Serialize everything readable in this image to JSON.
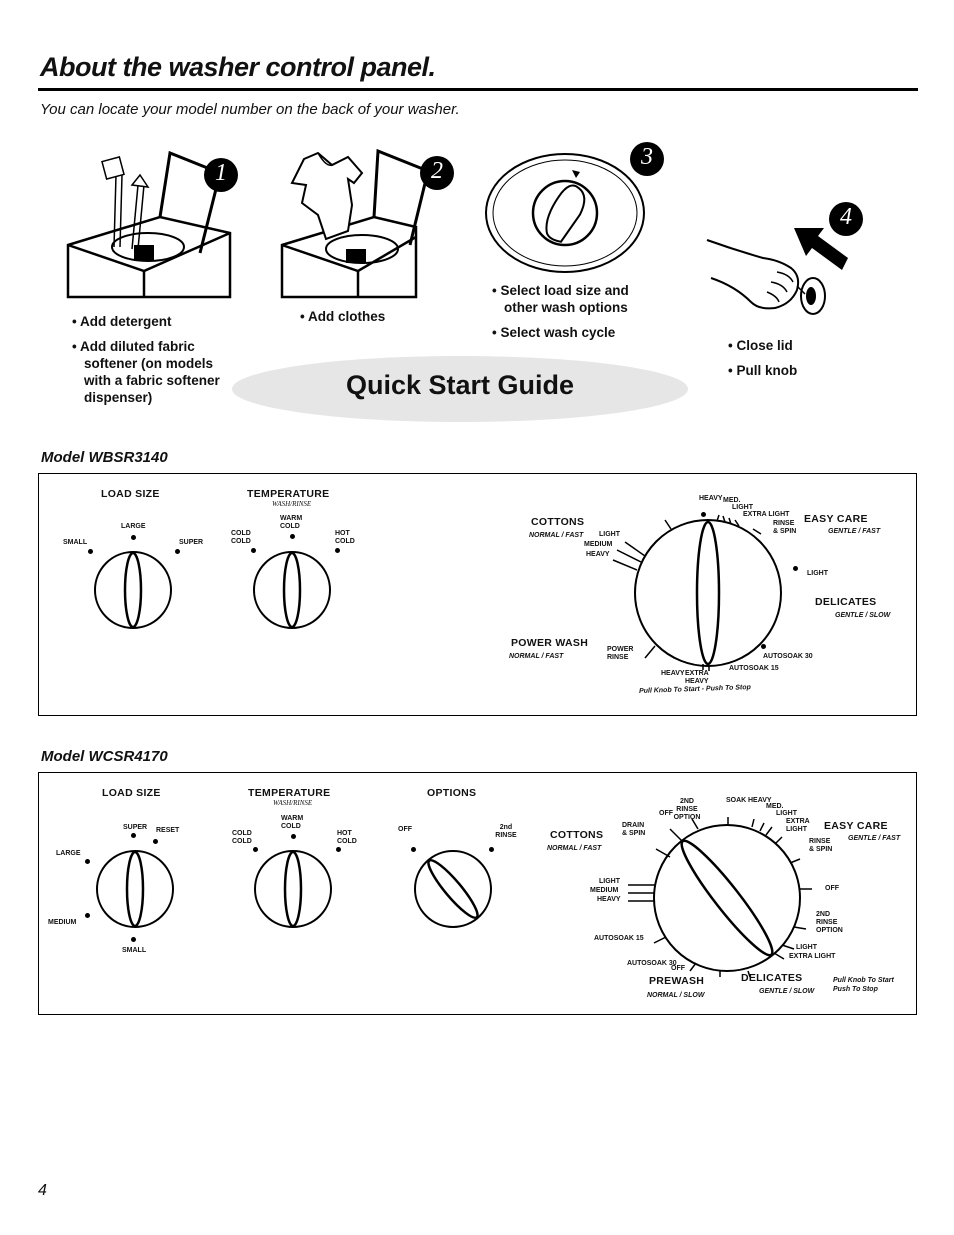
{
  "page": {
    "title": "About the washer control panel.",
    "subtitle": "You can locate your model number on the back of your washer.",
    "page_number": "4"
  },
  "steps": [
    {
      "number": "1",
      "bullets": [
        "• Add detergent",
        "• Add diluted fabric softener (on models with a fabric softener dispenser)"
      ]
    },
    {
      "number": "2",
      "bullets": [
        "• Add clothes"
      ]
    },
    {
      "number": "3",
      "bullets": [
        "• Select load size and other wash options",
        "• Select wash cycle"
      ]
    },
    {
      "number": "4",
      "bullets": [
        "• Close lid",
        "• Pull knob"
      ]
    }
  ],
  "quick_start": {
    "title": "Quick Start Guide"
  },
  "model1": {
    "name": "Model WBSR3140",
    "load_size": {
      "title": "LOAD SIZE",
      "small": "SMALL",
      "large": "LARGE",
      "super": "SUPER"
    },
    "temperature": {
      "title": "TEMPERATURE",
      "sub": "WASH/RINSE",
      "cold_cold": "COLD COLD",
      "warm_cold": "WARM COLD",
      "hot_cold": "HOT COLD"
    },
    "cycle": {
      "cottons": "COTTONS",
      "cottons_sub": "NORMAL / FAST",
      "light": "LIGHT",
      "medium": "MEDIUM",
      "heavy": "HEAVY",
      "heavy_top": "HEAVY",
      "med_top": "MED.",
      "light_top": "LIGHT",
      "extra_light": "EXTRA LIGHT",
      "easy_care": "EASY CARE",
      "easy_care_sub": "GENTLE / FAST",
      "rinse_spin": "RINSE & SPIN",
      "light_right": "LIGHT",
      "delicates": "DELICATES",
      "delicates_sub": "GENTLE / SLOW",
      "autosoak30": "AUTOSOAK 30",
      "autosoak15": "AUTOSOAK 15",
      "extra_heavy": "EXTRA HEAVY",
      "heavy_bottom": "HEAVY",
      "power_rinse": "POWER RINSE",
      "power_wash": "POWER WASH",
      "power_wash_sub": "NORMAL / FAST",
      "pull": "Pull Knob To Start - Push To Stop"
    }
  },
  "model2": {
    "name": "Model WCSR4170",
    "load_size": {
      "title": "LOAD SIZE",
      "super": "SUPER",
      "reset": "RESET",
      "large": "LARGE",
      "medium": "MEDIUM",
      "small": "SMALL"
    },
    "temperature": {
      "title": "TEMPERATURE",
      "sub": "WASH/RINSE",
      "cold_cold": "COLD COLD",
      "warm_cold": "WARM COLD",
      "hot_cold": "HOT COLD"
    },
    "options": {
      "title": "OPTIONS",
      "off": "OFF",
      "second_rinse": "2nd RINSE"
    },
    "cycle": {
      "drain_spin": "DRAIN & SPIN",
      "off_top": "OFF",
      "second_rinse_option_top": "2ND RINSE OPTION",
      "soak": "SOAK",
      "heavy": "HEAVY",
      "med": "MED.",
      "light": "LIGHT",
      "extra_light": "EXTRA LIGHT",
      "easy_care": "EASY CARE",
      "easy_care_sub": "GENTLE / FAST",
      "rinse_spin": "RINSE & SPIN",
      "off_right": "OFF",
      "second_rinse_option_right": "2ND RINSE OPTION",
      "light_bottom": "LIGHT",
      "extra_light_bottom": "EXTRA LIGHT",
      "cottons": "COTTONS",
      "cottons_sub": "NORMAL / FAST",
      "c_light": "LIGHT",
      "c_medium": "MEDIUM",
      "c_heavy": "HEAVY",
      "autosoak15": "AUTOSOAK 15",
      "autosoak30": "AUTOSOAK 30",
      "off_bottom": "OFF",
      "prewash": "PREWASH",
      "prewash_sub": "NORMAL / SLOW",
      "delicates": "DELICATES",
      "delicates_sub": "GENTLE / SLOW",
      "pull1": "Pull Knob To Start",
      "pull2": "Push To Stop"
    }
  }
}
